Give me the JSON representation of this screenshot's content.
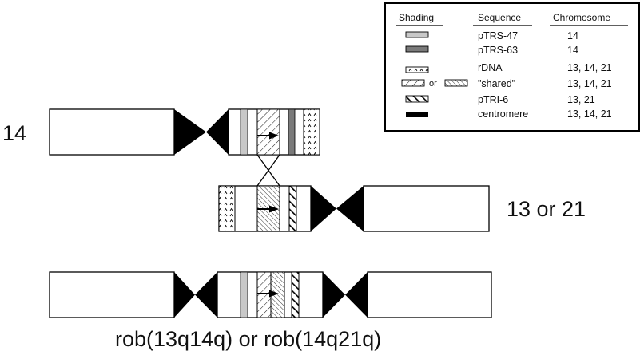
{
  "legend": {
    "headers": {
      "shading": "Shading",
      "sequence": "Sequence",
      "chromosome": "Chromosome"
    },
    "rows": [
      {
        "swatch": "ptrs47",
        "sequence": "pTRS-47",
        "chromosome": "14"
      },
      {
        "swatch": "ptrs63",
        "sequence": "pTRS-63",
        "chromosome": "14"
      },
      {
        "swatch": "rdna",
        "sequence": "rDNA",
        "chromosome": "13, 14, 21"
      },
      {
        "swatch": "shared",
        "or_text": "or",
        "sequence": "\"shared\"",
        "chromosome": "13, 14, 21"
      },
      {
        "swatch": "ptri6",
        "sequence": "pTRI-6",
        "chromosome": "13, 21"
      },
      {
        "swatch": "centromere",
        "sequence": "centromere",
        "chromosome": "13, 14, 21"
      }
    ]
  },
  "labels": {
    "chr14": "14",
    "chr13or21": "13 or 21",
    "rob": "rob(13q14q) or rob(14q21q)"
  },
  "colors": {
    "ptrs47": "#c8c8c8",
    "ptrs63": "#7a7a7a",
    "centromere": "#000000",
    "outline": "#000000"
  }
}
